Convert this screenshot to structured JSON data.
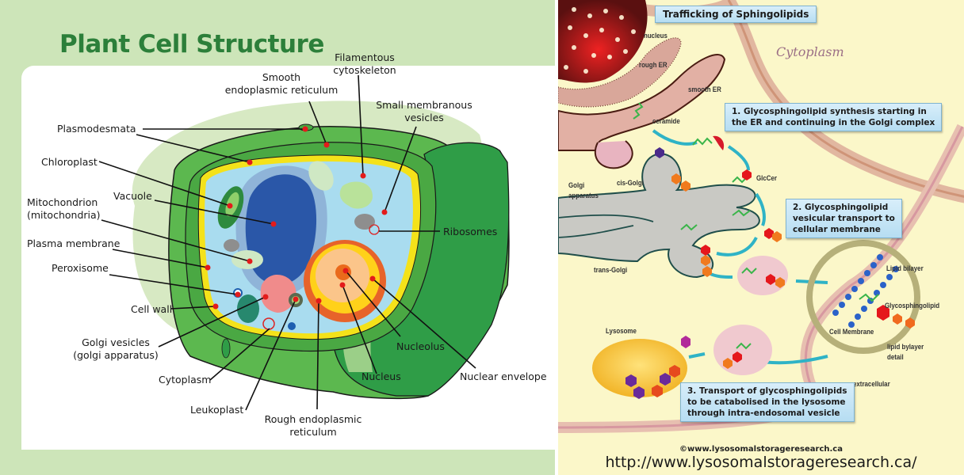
{
  "left_panel": {
    "title": "Plant Cell Structure",
    "labels": {
      "smooth_er": [
        "Smooth",
        "endoplasmic reticulum"
      ],
      "filamentous": [
        "Filamentous",
        "cytoskeleton"
      ],
      "small_vesicles": [
        "Small membranous",
        "vesicles"
      ],
      "plasmodesmata": "Plasmodesmata",
      "chloroplast": "Chloroplast",
      "vacuole": "Vacuole",
      "mitochondrion": [
        "Mitochondrion",
        "(mitochondria)"
      ],
      "plasma_membrane": "Plasma membrane",
      "peroxisome": "Peroxisome",
      "cell_wall": "Cell wall",
      "golgi_vesicles": [
        "Golgi vesicles",
        "(golgi apparatus)"
      ],
      "cytoplasm": "Cytoplasm",
      "leukoplast": "Leukoplast",
      "rough_er": [
        "Rough endoplasmic",
        "reticulum"
      ],
      "nucleus": "Nucleus",
      "nucleolus": "Nucleolus",
      "nuclear_envelope": "Nuclear envelope",
      "ribosomes": "Ribosomes"
    },
    "colors": {
      "background": "#cde5b9",
      "title": "#2c7f3a",
      "cell_wall": "#5cb84f",
      "membrane": "#f4e21a",
      "cytoplasm": "#a9dcef",
      "vacuole": "#2a57a8"
    }
  },
  "right_panel": {
    "title": "Trafficking of Sphingolipids",
    "region_label": "Cytoplasm",
    "labels": {
      "nucleus": "nucleus",
      "rough_er": "rough ER",
      "smooth_er": "smooth ER",
      "ceramide": "ceramide",
      "golgi": [
        "Golgi",
        "apparatus"
      ],
      "cis_golgi": "cis-Golgi",
      "trans_golgi": "trans-Golgi",
      "glccer": "GlcCer",
      "lipid_bilayer": "Lipid bilayer",
      "glycosphingolipid": "Glycosphingolipid",
      "cell_membrane": "Cell Membrane",
      "lipid_detail": [
        "lipid bylayer",
        "detail"
      ],
      "lysosome": "Lysosome",
      "extracellular": "extracellular"
    },
    "steps": [
      [
        "1.    Glycosphingolipid synthesis starting in",
        "the ER and continuing  in the Golgi complex"
      ],
      [
        "2. Glycosphingolipid",
        "vesicular transport to",
        "cellular membrane"
      ],
      [
        "3. Transport of glycosphingolipids",
        "to be catabolised in the lysosome",
        "through intra-endosomal vesicle"
      ]
    ],
    "copyright": "©www.lysosomalstorageresearch.ca",
    "url": "http://www.lysosomalstorageresearch.ca/",
    "colors": {
      "background": "#fbf7c9",
      "box": "#c3e3f5",
      "golgi": "#c9c9c4",
      "arrow": "#2fb3c6",
      "lipid": "#3ab54a"
    }
  }
}
